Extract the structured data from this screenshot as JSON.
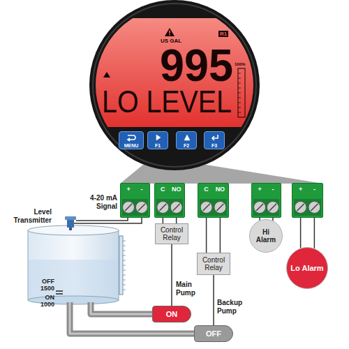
{
  "diagram": {
    "nodes": [
      {
        "text": [
          "US GAL",
          "R1",
          "995",
          "LO LEVEL",
          "100%"
        ]
      },
      {
        "text": [
          "MENU"
        ],
        "in": 0
      },
      {
        "text": [
          "F1"
        ],
        "in": 0
      },
      {
        "text": [
          "F2"
        ],
        "in": 0
      },
      {
        "text": [
          "F3"
        ],
        "in": 0
      },
      {
        "text": [
          "+",
          "-"
        ]
      },
      {
        "text": [
          "C",
          "NO"
        ]
      },
      {
        "text": [
          "C",
          "NO"
        ]
      },
      {
        "text": [
          "+",
          "-"
        ]
      },
      {
        "text": [
          "+",
          "-"
        ]
      },
      {
        "text": [
          "Control Relay"
        ]
      },
      {
        "text": [
          "Control Relay"
        ]
      },
      {
        "text": [
          "Hi Alarm"
        ]
      },
      {
        "text": [
          "Lo Alarm"
        ]
      },
      {
        "text": [
          "ON"
        ]
      },
      {
        "text": [
          "OFF"
        ]
      }
    ],
    "edges": [
      {
        "from": 6,
        "to": 10,
        "arrow": "none"
      },
      {
        "from": 10,
        "to": 14,
        "arrow": "none"
      },
      {
        "from": 7,
        "to": 11,
        "arrow": "none"
      },
      {
        "from": 11,
        "to": 15,
        "arrow": "none"
      },
      {
        "from": 8,
        "to": 12,
        "arrow": "none"
      },
      {
        "from": 9,
        "to": 13,
        "arrow": "none"
      }
    ],
    "labels": [
      "Level Transmitter",
      "4-20 mA Signal",
      "OFF",
      "1500",
      "ON",
      "1000",
      "Main Pump",
      "Backup Pump"
    ]
  }
}
